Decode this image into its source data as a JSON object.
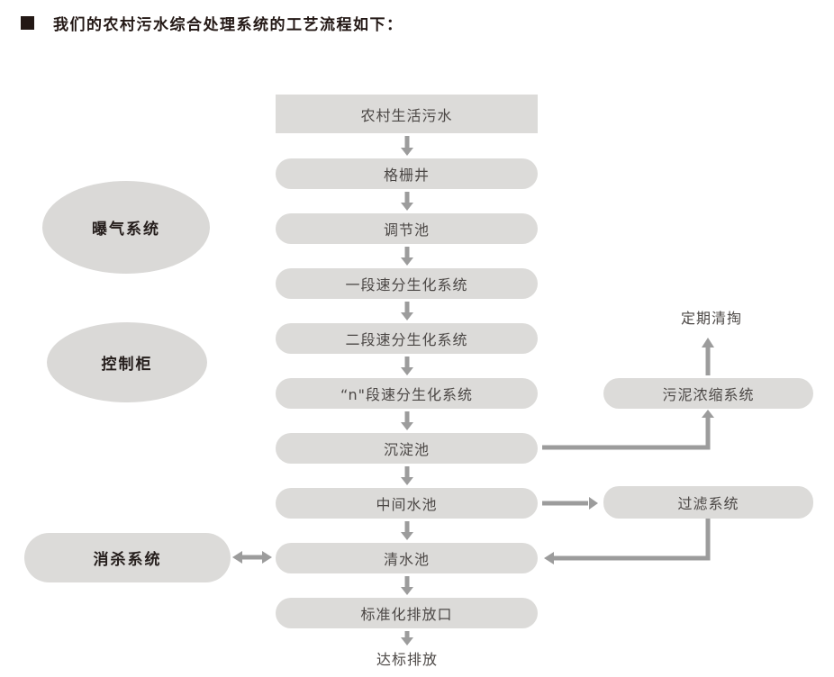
{
  "title": "我们的农村污水综合处理系统的工艺流程如下：",
  "steps": [
    "农村生活污水",
    "格栅井",
    "调节池",
    "一段速分生化系统",
    "二段速分生化系统",
    "“n\"段速分生化系统",
    "沉淀池",
    "中间水池",
    "清水池",
    "标准化排放口"
  ],
  "outcome": "达标排放",
  "left_nodes": {
    "aeration": "曝气系统",
    "control": "控制柜",
    "disinfection": "消杀系统"
  },
  "right_nodes": {
    "sludge": "污泥浓缩系统",
    "filter": "过滤系统",
    "cleanout": "定期清掏"
  },
  "colors": {
    "node_fill": "#dcdbd9",
    "arrow": "#9c9c9c",
    "node_text": "#4c4846",
    "title_text": "#231815",
    "background": "#ffffff"
  }
}
